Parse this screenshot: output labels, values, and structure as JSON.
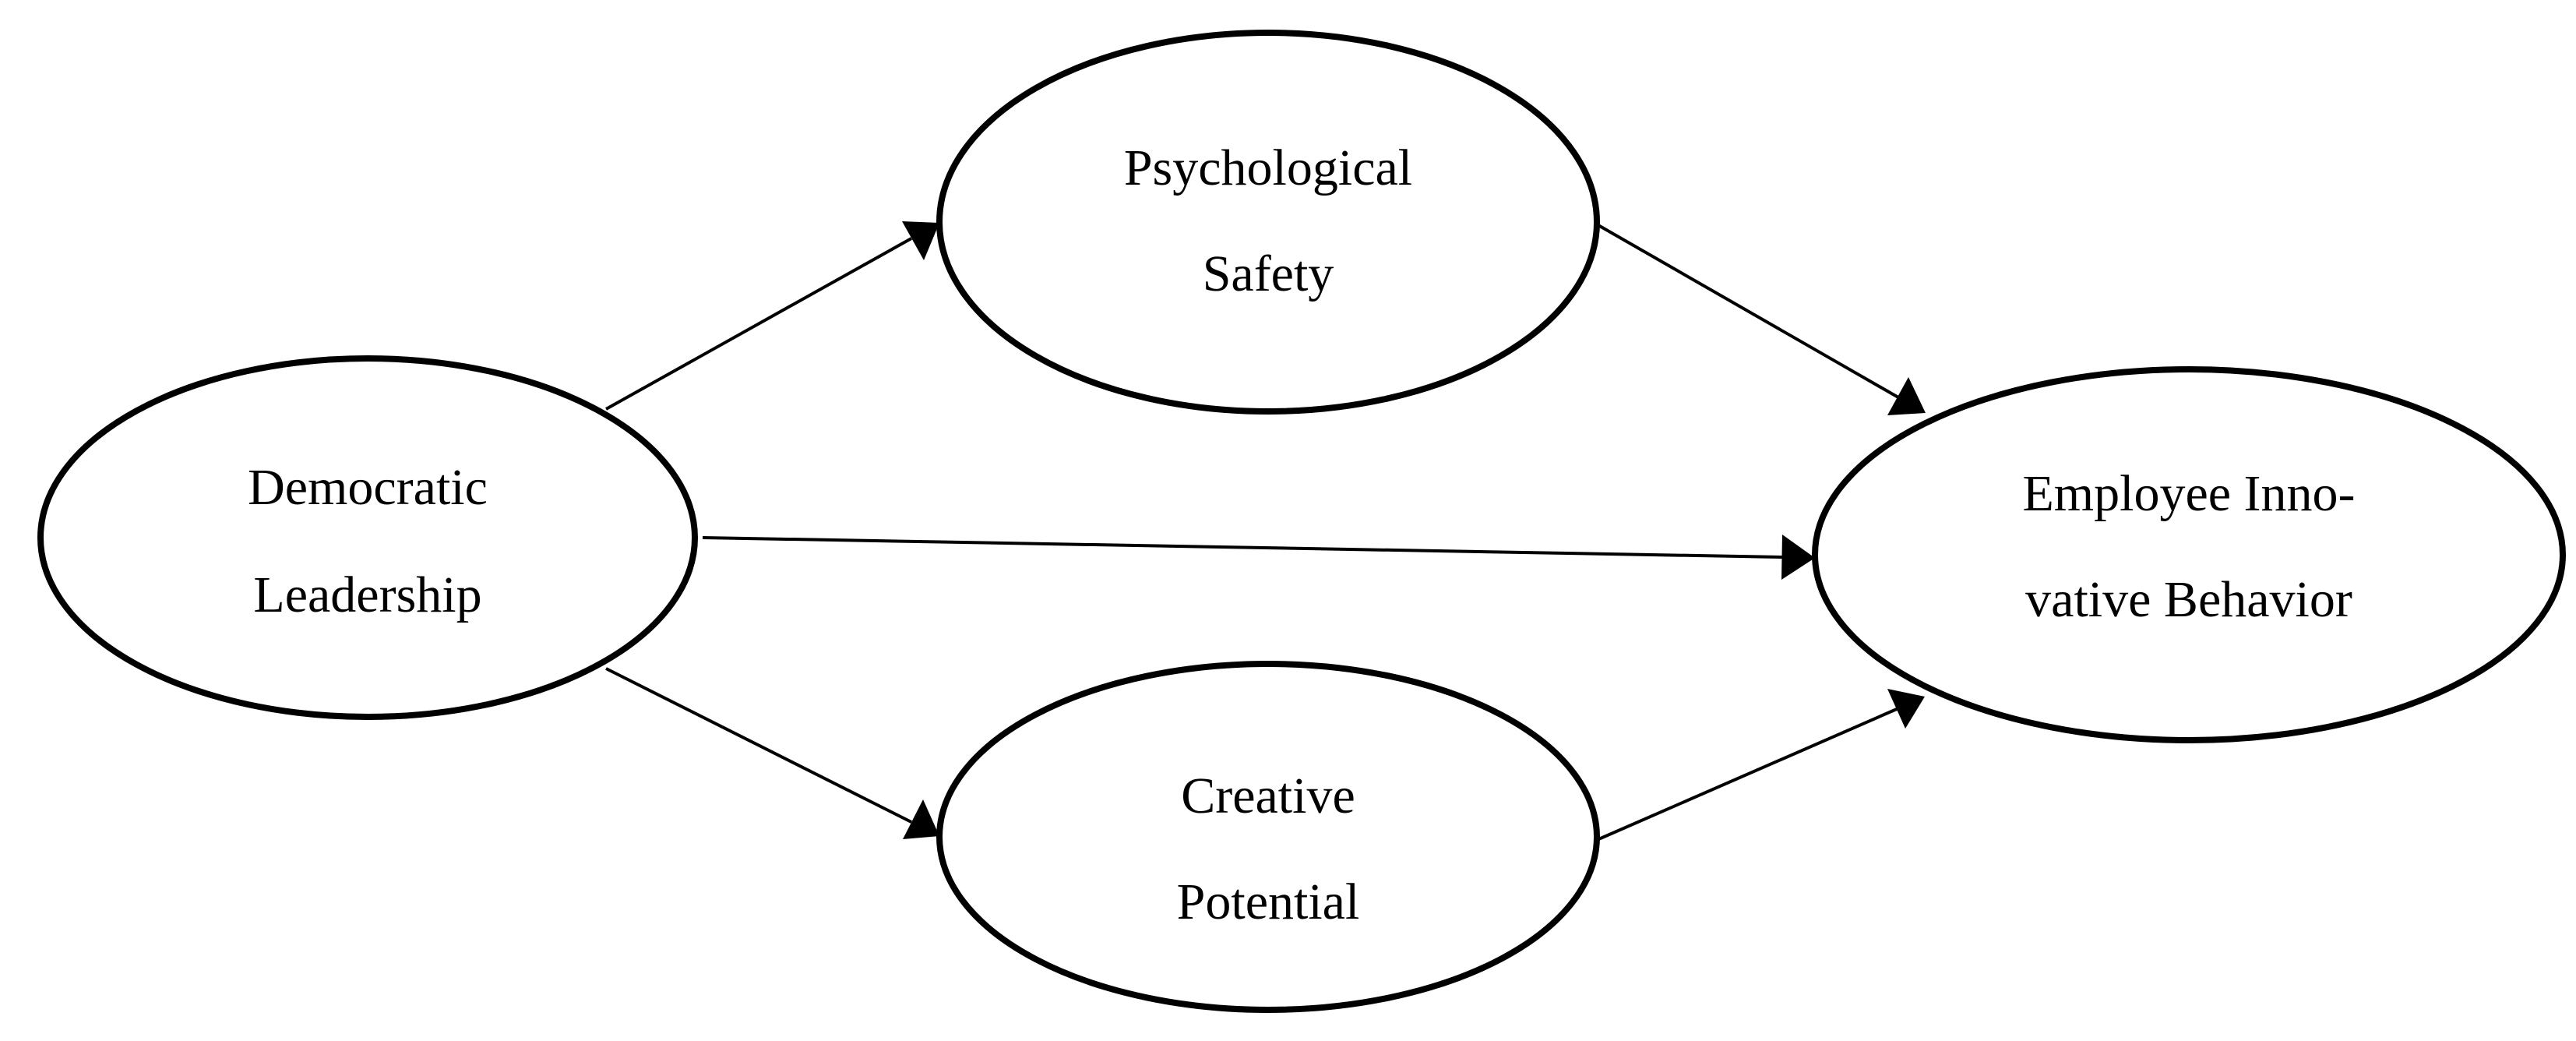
{
  "diagram": {
    "nodes": {
      "democratic_leadership": {
        "line1": "Democratic",
        "line2": "Leadership"
      },
      "psychological_safety": {
        "line1": "Psychological",
        "line2": "Safety"
      },
      "creative_potential": {
        "line1": "Creative",
        "line2": "Potential"
      },
      "employee_innovative_behavior": {
        "line1": "Employee Inno-",
        "line2": "vative Behavior"
      }
    },
    "edges": [
      {
        "from": "Democratic Leadership",
        "to": "Psychological Safety"
      },
      {
        "from": "Democratic Leadership",
        "to": "Employee Innovative Behavior"
      },
      {
        "from": "Democratic Leadership",
        "to": "Creative Potential"
      },
      {
        "from": "Psychological Safety",
        "to": "Employee Innovative Behavior"
      },
      {
        "from": "Creative Potential",
        "to": "Employee Innovative Behavior"
      }
    ],
    "colors": {
      "stroke": "#000000",
      "background": "#ffffff"
    }
  }
}
